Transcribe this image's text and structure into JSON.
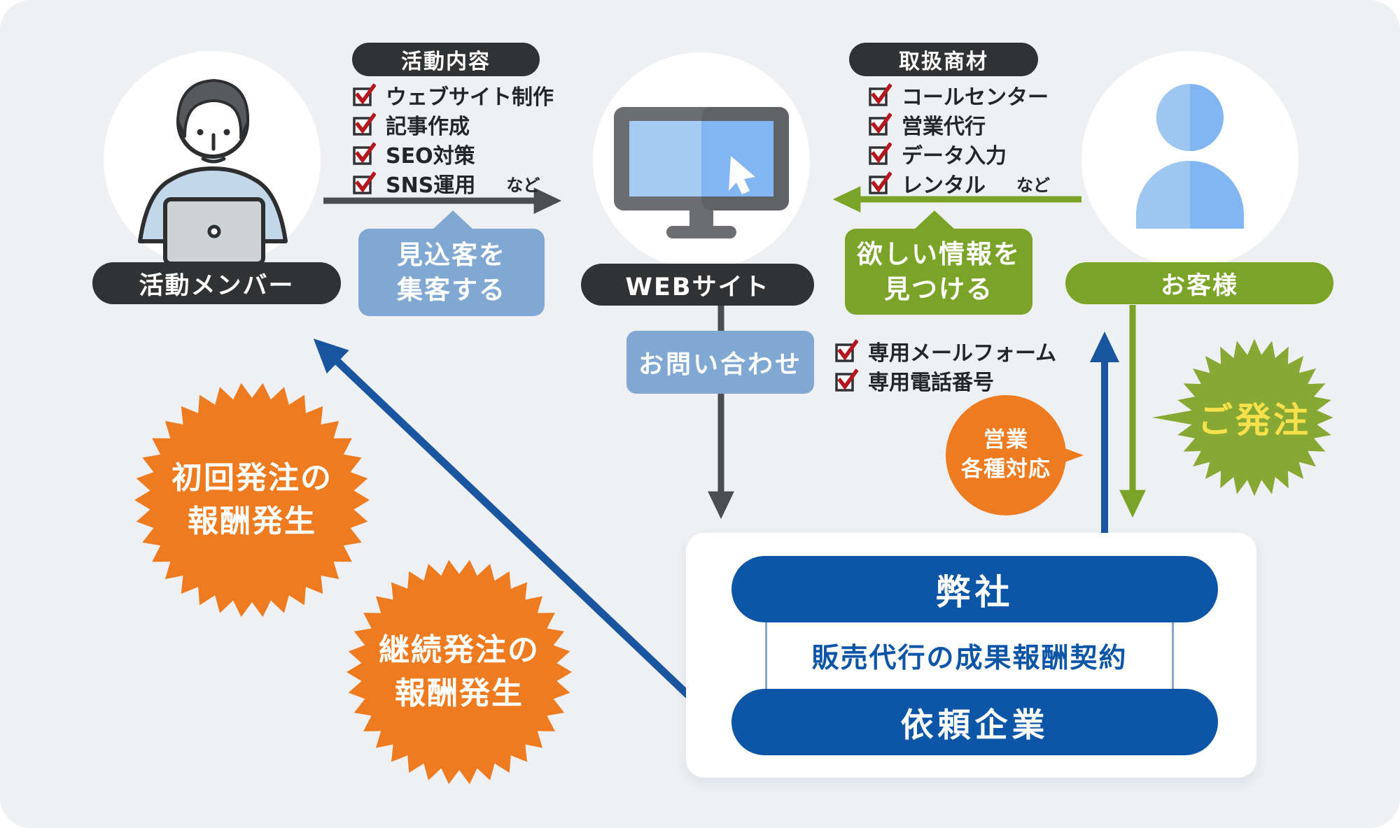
{
  "palette": {
    "bg_card": "#eef0f3",
    "pill_dark": "#303234",
    "callout_blue": "#80a8d3",
    "green": "#7aa427",
    "orange": "#ee7b1f",
    "deep_blue": "#0d56a7",
    "arrow_dark": "#4b4d4f",
    "arrow_navy": "#1a56a0",
    "check_red": "#b6161d",
    "order_text_yellow": "#f6e04b"
  },
  "member": {
    "label": "活動メンバー"
  },
  "activities": {
    "title": "活動内容",
    "items": [
      "ウェブサイト制作",
      "記事作成",
      "SEO対策",
      "SNS運用"
    ],
    "etc": "など"
  },
  "attract_bubble": {
    "line1": "見込客を",
    "line2": "集客する"
  },
  "website": {
    "label": "WEBサイト"
  },
  "products": {
    "title": "取扱商材",
    "items": [
      "コールセンター",
      "営業代行",
      "データ入力",
      "レンタル"
    ],
    "etc": "など"
  },
  "find_bubble": {
    "line1": "欲しい情報を",
    "line2": "見つける"
  },
  "customer": {
    "label": "お客様"
  },
  "contact": {
    "label": "お問い合わせ",
    "items": [
      "専用メールフォーム",
      "専用電話番号"
    ]
  },
  "order_burst": {
    "label": "ご発注"
  },
  "sales_bubble": {
    "line1": "営業",
    "line2": "各種対応"
  },
  "company_box": {
    "company": "弊社",
    "contract": "販売代行の成果報酬契約",
    "client": "依頼企業"
  },
  "reward_first_burst": {
    "line1": "初回発注の",
    "line2": "報酬発生"
  },
  "reward_repeat_burst": {
    "line1": "継続発注の",
    "line2": "報酬発生"
  }
}
